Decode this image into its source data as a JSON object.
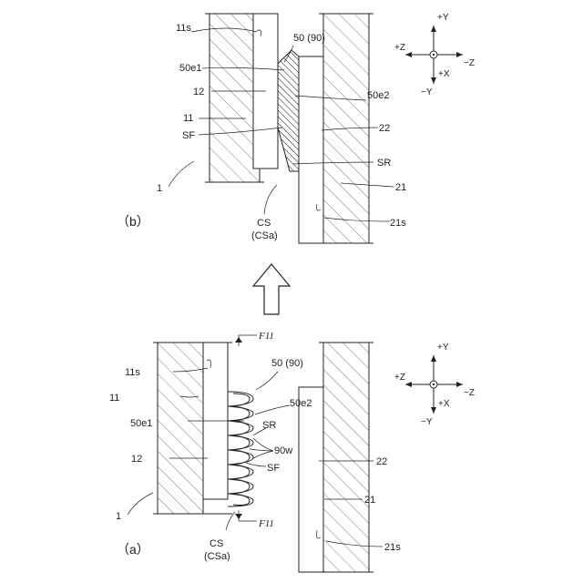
{
  "labels": {
    "fig_a": "（a）",
    "fig_b": "（b）",
    "ref_1": "1",
    "ref_11": "11",
    "ref_11s": "11s",
    "ref_12": "12",
    "ref_21": "21",
    "ref_21s": "21s",
    "ref_22": "22",
    "ref_50": "50 (90)",
    "ref_50e1": "50e1",
    "ref_50e2": "50e2",
    "ref_90w": "90w",
    "ref_SF": "SF",
    "ref_SR": "SR",
    "ref_CS": "CS",
    "ref_CSa": "(CSa)",
    "ref_F11": "F11"
  },
  "axes": {
    "plus_y": "+Y",
    "minus_y": "−Y",
    "plus_z": "+Z",
    "minus_z": "−Z",
    "plus_x": "+X"
  }
}
